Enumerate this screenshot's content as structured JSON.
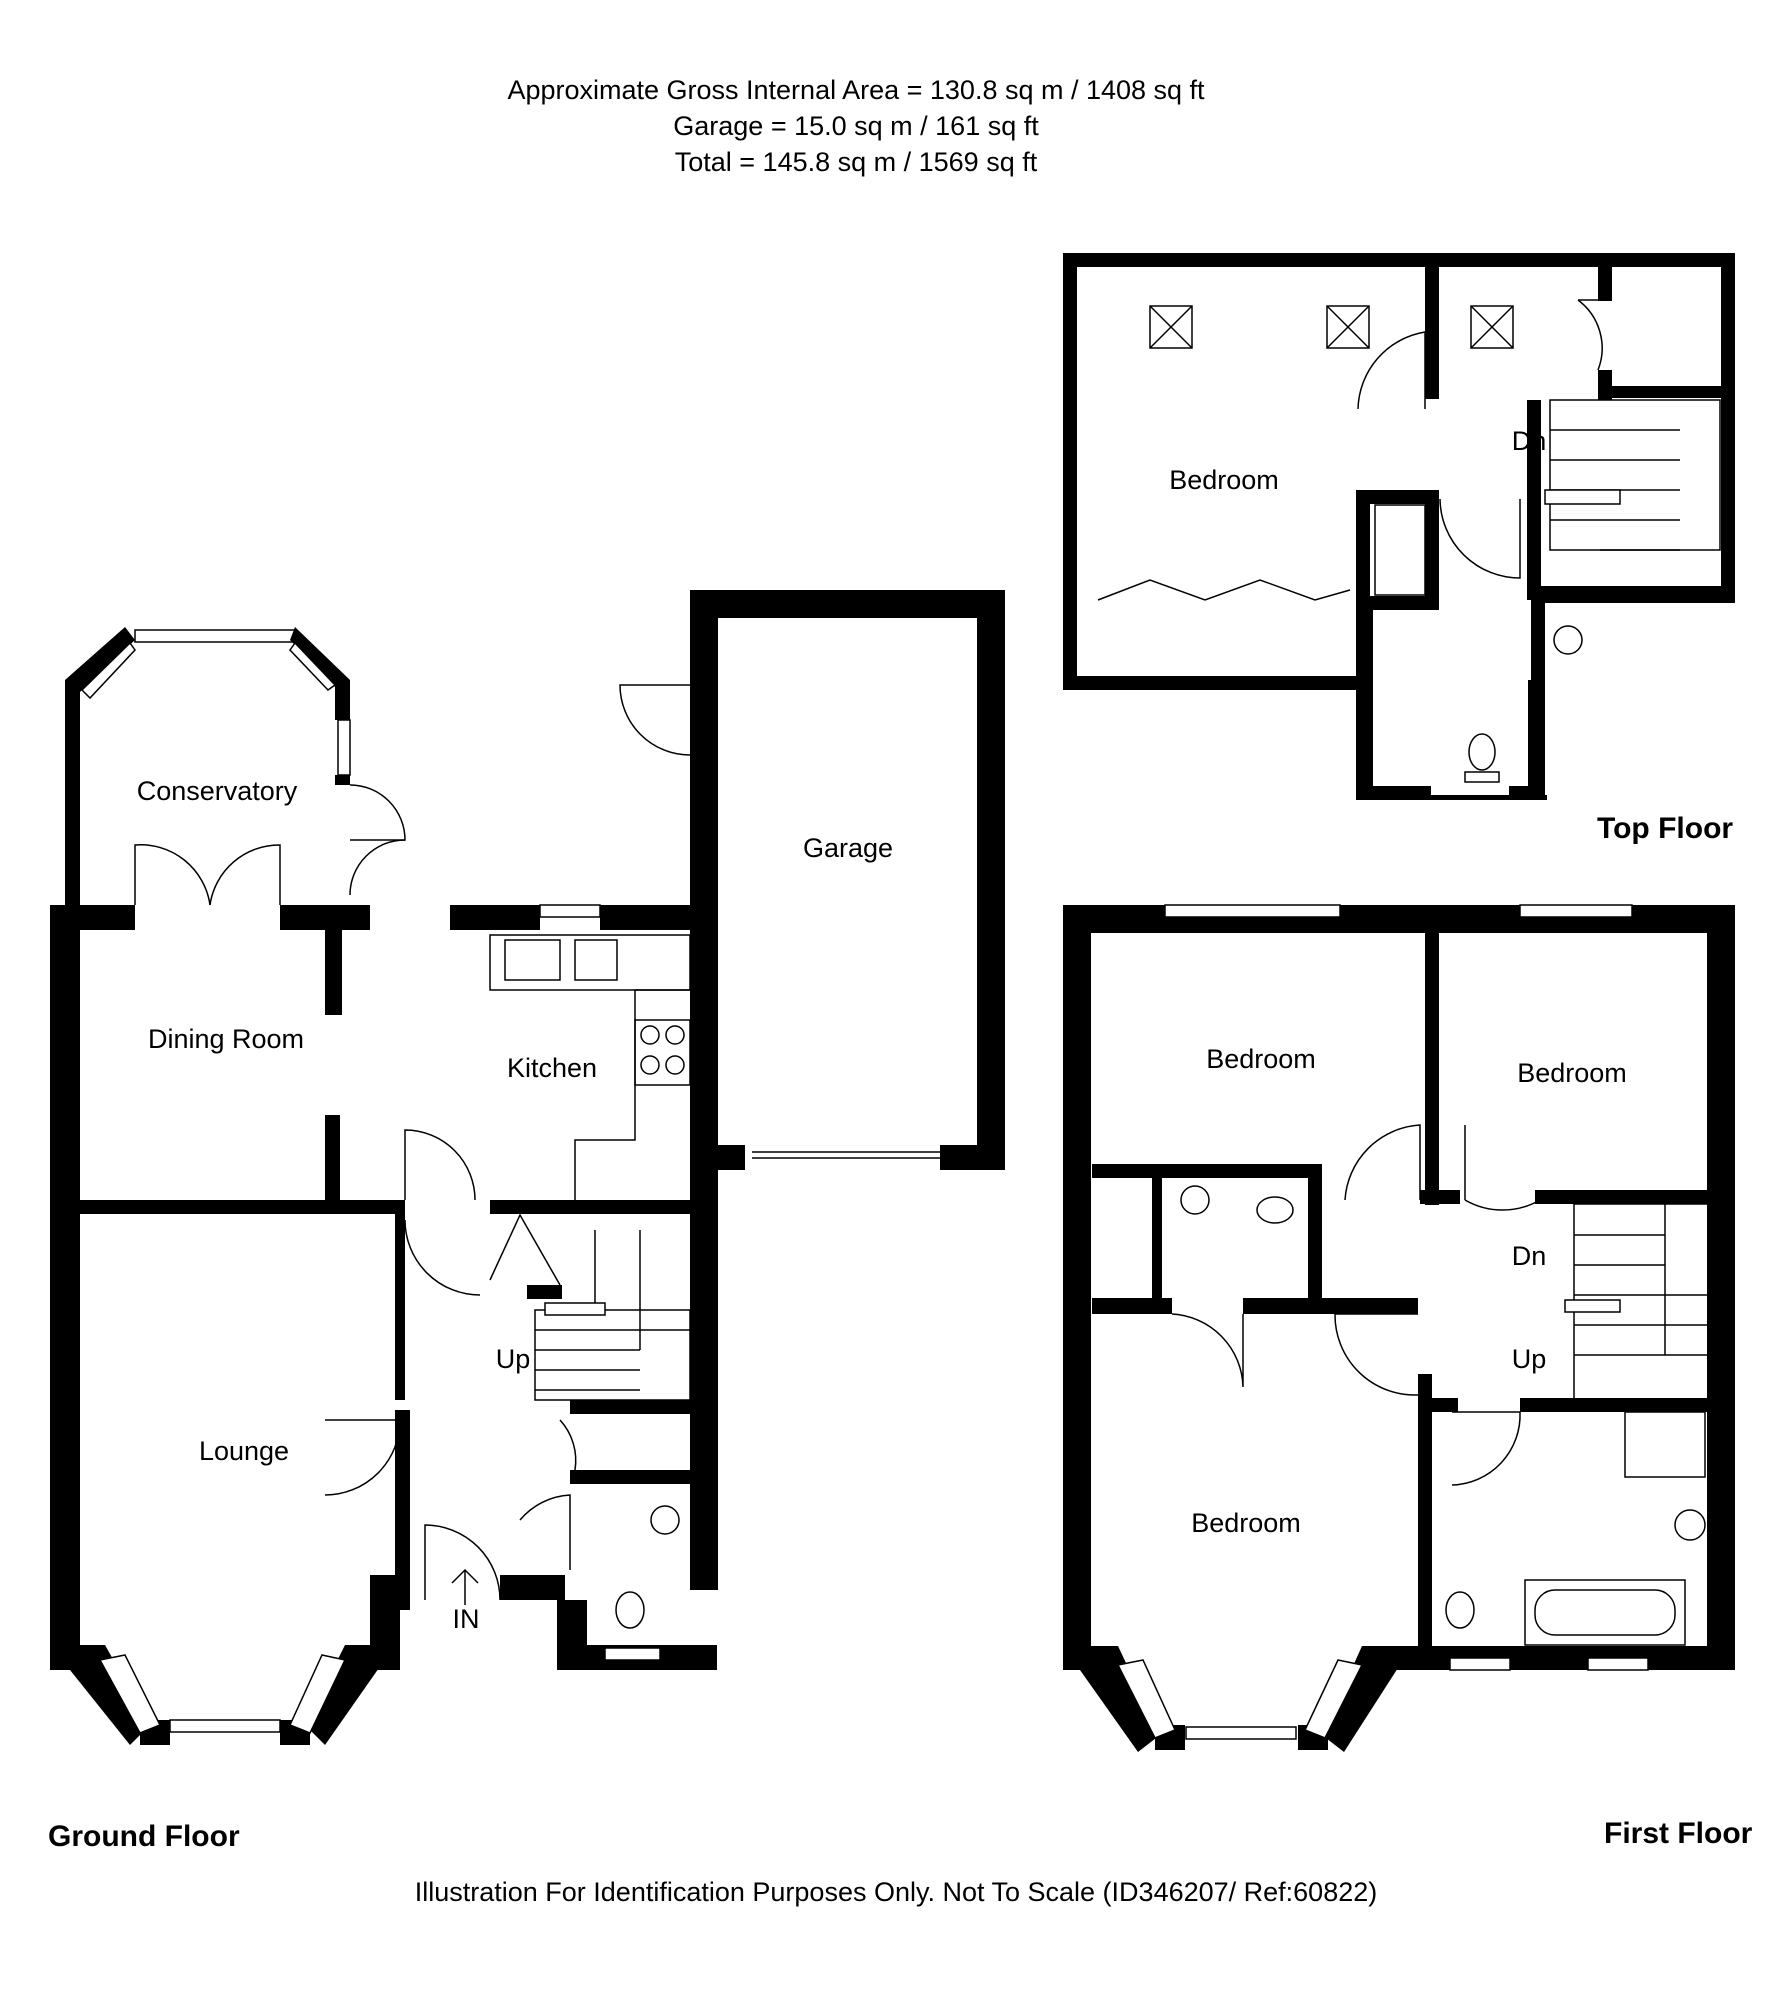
{
  "header": {
    "line1": "Approximate Gross Internal Area = 130.8 sq m / 1408 sq ft",
    "line2": "Garage = 15.0 sq m / 161 sq ft",
    "line3": "Total = 145.8 sq m / 1569 sq ft"
  },
  "ground_floor": {
    "title": "Ground Floor",
    "rooms": {
      "conservatory": "Conservatory",
      "dining_room": "Dining Room",
      "kitchen": "Kitchen",
      "garage": "Garage",
      "lounge": "Lounge",
      "stairs_up": "Up",
      "entrance": "IN"
    }
  },
  "first_floor": {
    "title": "First Floor",
    "rooms": {
      "bedroom_1": "Bedroom",
      "bedroom_2": "Bedroom",
      "bedroom_3": "Bedroom",
      "stairs_down": "Dn",
      "stairs_up": "Up"
    }
  },
  "top_floor": {
    "title": "Top Floor",
    "rooms": {
      "bedroom": "Bedroom",
      "stairs_down": "Dn"
    }
  },
  "footer": {
    "disclaimer": "Illustration For Identification Purposes Only. Not To Scale (ID346207/ Ref:60822)"
  }
}
